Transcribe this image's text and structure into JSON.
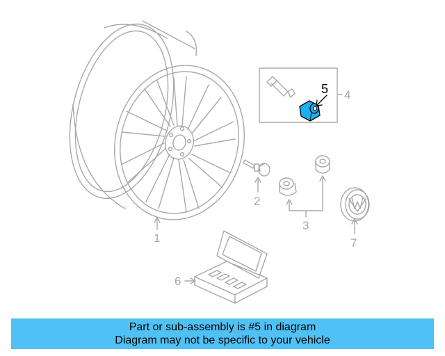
{
  "diagram": {
    "callouts": {
      "c1": "1",
      "c2": "2",
      "c3": "3",
      "c4": "4",
      "c5": "5",
      "c6": "6",
      "c7": "7"
    },
    "highlighted_part": "5",
    "colors": {
      "line": "#a8a8a8",
      "highlight": "#1ab0f0",
      "caption_bg": "#4fc1f5"
    }
  },
  "caption": {
    "line1": "Part or sub-assembly is #5 in diagram",
    "line2": "Diagram may not be specific to your vehicle"
  }
}
